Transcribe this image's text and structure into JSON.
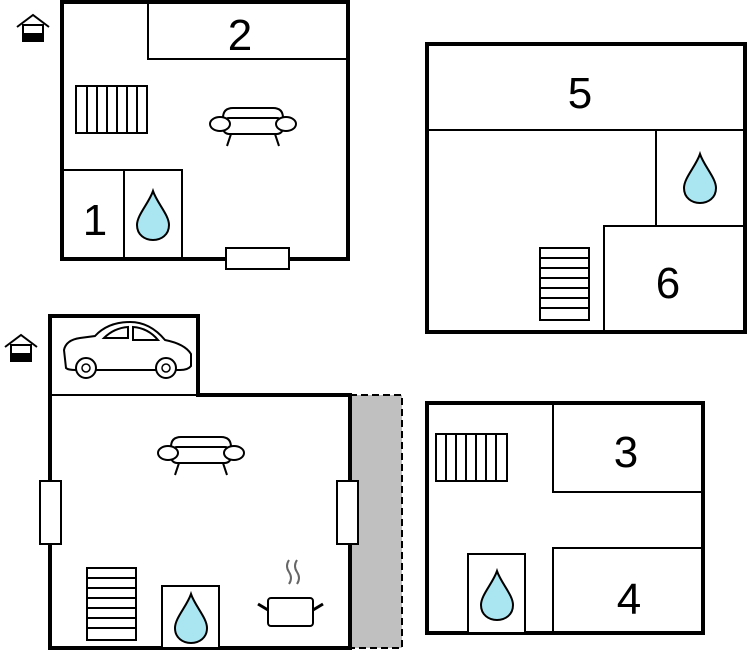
{
  "rooms": {
    "r1": "1",
    "r2": "2",
    "r3": "3",
    "r4": "4",
    "r5": "5",
    "r6": "6"
  },
  "icons": {
    "entrance": "house-entrance-icon",
    "sofa": "sofa-icon",
    "stairs": "stairs-icon",
    "bathroom": "water-drop-icon",
    "car": "car-icon",
    "kitchen": "cooking-pot-icon",
    "window": "window-icon",
    "terrace": "terrace-area"
  },
  "colors": {
    "wall": "#000000",
    "water": "#a9e6f2",
    "terrace": "#c0c0c0",
    "background": "#ffffff"
  }
}
